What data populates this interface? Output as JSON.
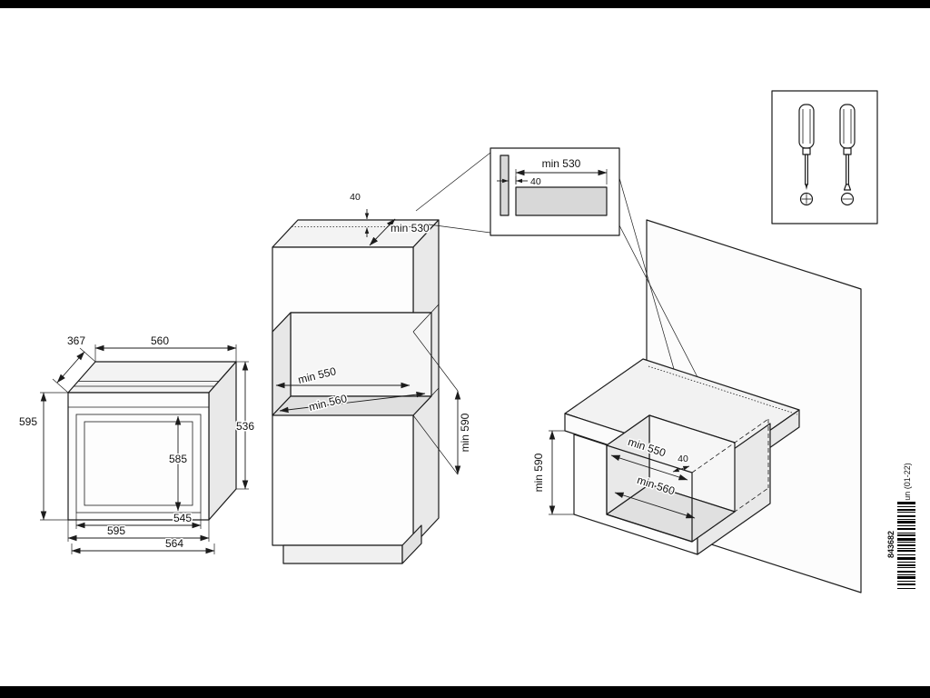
{
  "oven": {
    "depth_top": "367",
    "width_top": "560",
    "height_left": "595",
    "door_height": "585",
    "height_right": "536",
    "width_inner_bottom": "545",
    "width_bottom": "595",
    "depth_bottom": "564"
  },
  "tall_unit": {
    "rear_gap": "40",
    "top_depth": "min 530",
    "niche_width": "min 550",
    "niche_depth": "min 560",
    "niche_height": "min 590"
  },
  "detail_inset": {
    "top_depth": "min 530",
    "rear_gap": "40"
  },
  "base_unit": {
    "niche_height": "min 590",
    "niche_width": "min 550",
    "rear_gap": "40",
    "niche_depth": "min 560"
  },
  "footer": {
    "doc_code": "843682",
    "revision": "un (01-22)"
  },
  "icons": {
    "phillips_screwdriver": "phillips-screwdriver-icon",
    "slotted_screwdriver": "slotted-screwdriver-icon",
    "barcode": "barcode"
  },
  "colors": {
    "page_background": "#ffffff",
    "letterbox": "#000000",
    "ink": "#1c1c1c",
    "surface_top": "#f3f3f3",
    "surface_side": "#e9e9e9",
    "surface_front": "#fdfdfd",
    "niche_floor": "#e0e0e0",
    "detail_fill": "#d8d8d8"
  }
}
